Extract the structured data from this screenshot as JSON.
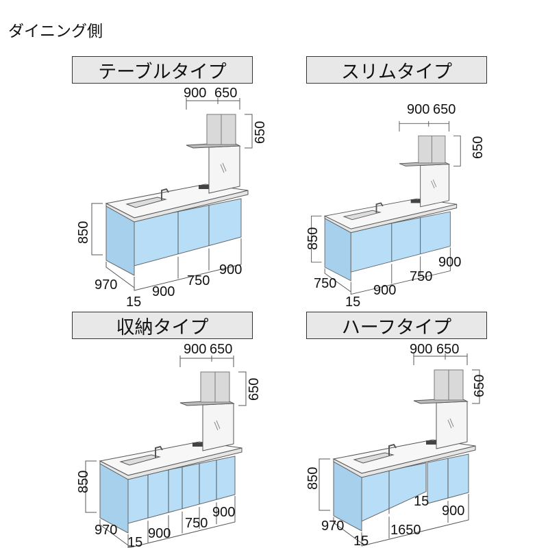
{
  "header": "ダイニング側",
  "panels": [
    {
      "title": "テーブルタイプ",
      "dims": {
        "hood_w1": "900",
        "hood_w2": "650",
        "hood_h": "650",
        "height": "850",
        "depth": "970",
        "w1": "900",
        "w2": "750",
        "w3": "900",
        "offset": "15"
      }
    },
    {
      "title": "スリムタイプ",
      "dims": {
        "hood_w1": "900",
        "hood_w2": "650",
        "hood_h": "650",
        "height": "850",
        "depth": "750",
        "w1": "900",
        "w2": "750",
        "w3": "900",
        "offset": "15"
      }
    },
    {
      "title": "収納タイプ",
      "dims": {
        "hood_w1": "900",
        "hood_w2": "650",
        "hood_h": "650",
        "height": "850",
        "depth": "970",
        "w1": "900",
        "w2": "750",
        "w3": "900",
        "offset": "15"
      }
    },
    {
      "title": "ハーフタイプ",
      "dims": {
        "hood_w1": "900",
        "hood_w2": "650",
        "hood_h": "650",
        "height": "850",
        "depth": "970",
        "w1": "1650",
        "gap": "15",
        "w3": "900",
        "offset": "15"
      }
    }
  ],
  "colors": {
    "cabinet_front": "#b7def6",
    "cabinet_side": "#a6d0ec",
    "hood": "#d9d9d9",
    "title_bg": "#e8e8e8"
  }
}
